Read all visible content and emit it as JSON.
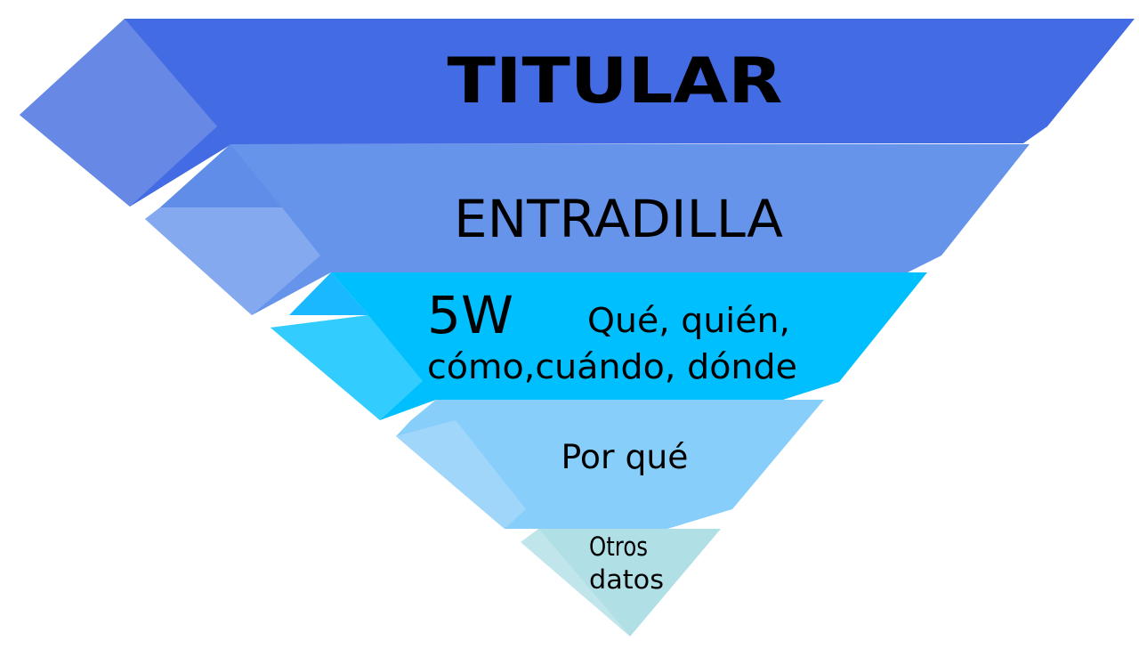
{
  "diagram": {
    "type": "inverted-pyramid",
    "levels": [
      {
        "label": "TITULAR",
        "color": "#436BE3",
        "side_color": "#6788E5"
      },
      {
        "label": "ENTRADILLA",
        "color": "#6694EB",
        "side_color": "#85A9EE"
      },
      {
        "label": "5W",
        "detail_line1": "Qué, quién,",
        "detail_line2": "cómo,cuándo, dónde",
        "color": "#00BFFF",
        "side_color": "#33CCFF"
      },
      {
        "label": "Por qué",
        "color": "#87CEFA",
        "side_color": "#A0D6FA"
      },
      {
        "label_line1": "Otros",
        "label_line2": "datos",
        "color": "#B0E0E6",
        "side_color": "#C0E5EA"
      }
    ]
  }
}
